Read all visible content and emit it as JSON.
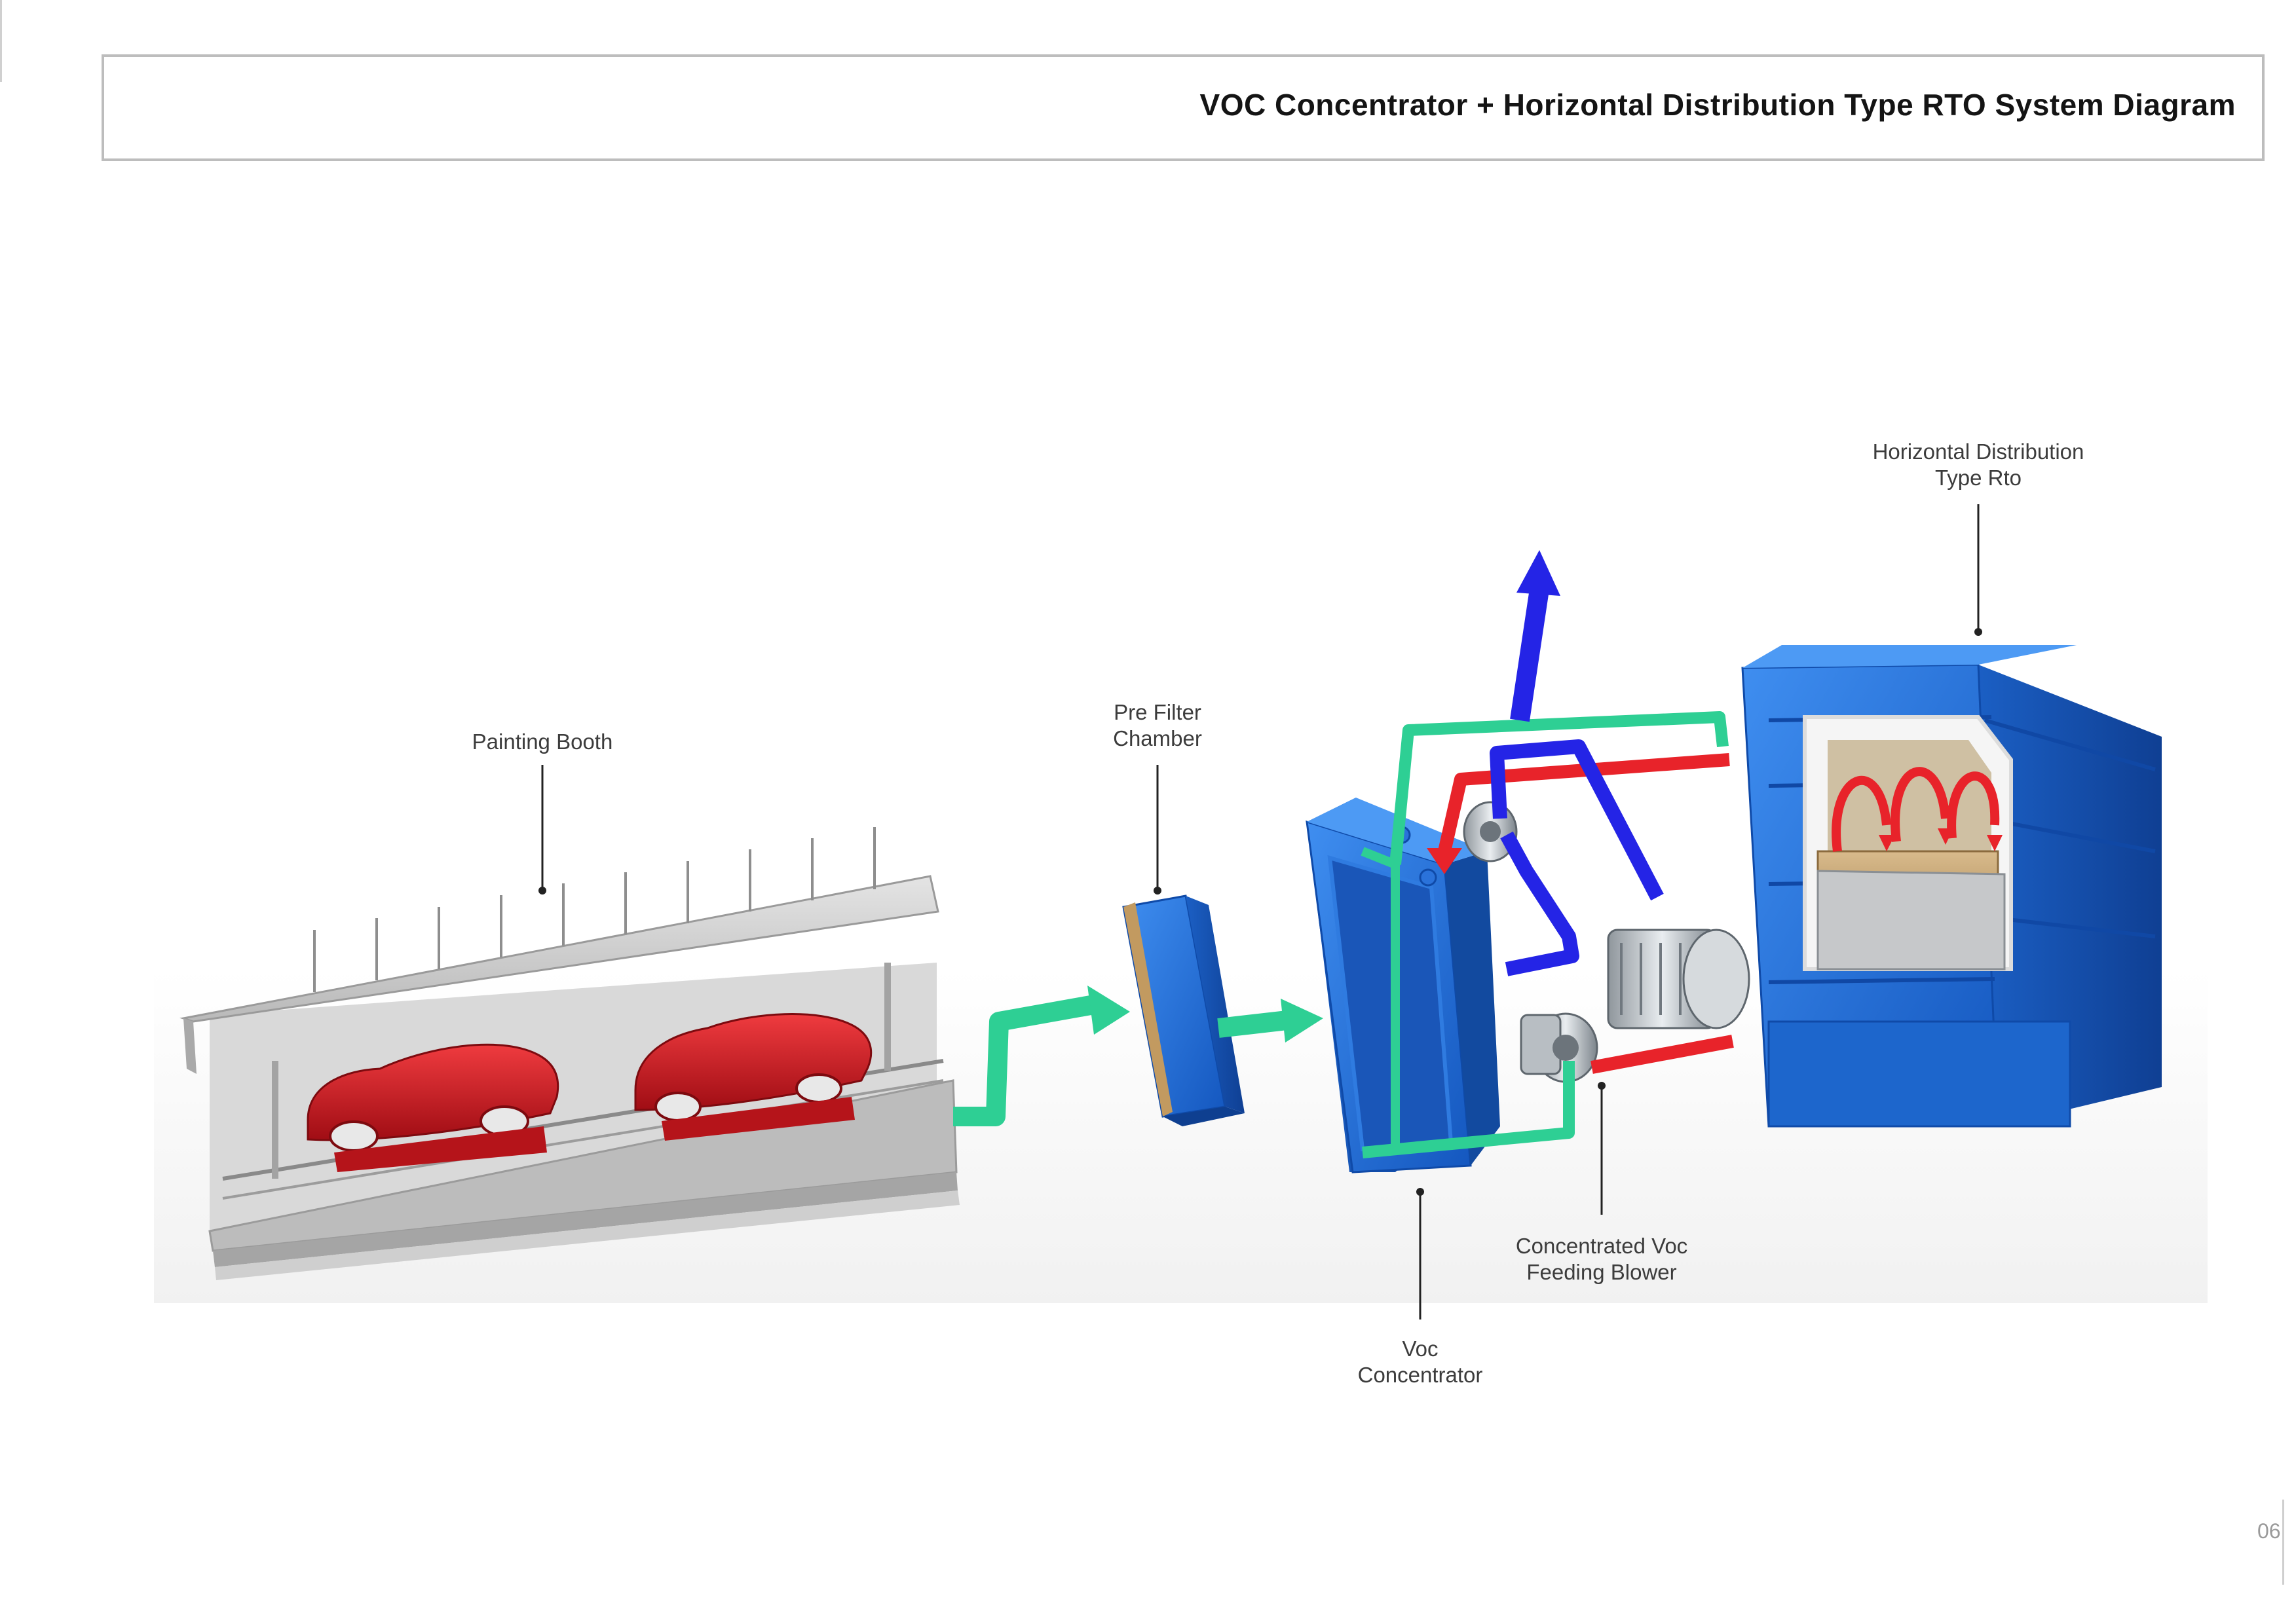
{
  "title": "VOC Concentrator + Horizontal Distribution Type RTO System Diagram",
  "labels": {
    "painting_booth": "Painting Booth",
    "pre_filter_line1": "Pre Filter",
    "pre_filter_line2": "Chamber",
    "rto_line1": "Horizontal Distribution",
    "rto_line2": "Type Rto",
    "blower_line1": "Concentrated Voc",
    "blower_line2": "Feeding Blower",
    "concentrator_line1": "Voc",
    "concentrator_line2": "Concentrator"
  },
  "page_number": "06",
  "colors": {
    "equipment_blue": "#1f6fd6",
    "clean_air_green": "#2ecf94",
    "hot_gas_red": "#e8232a",
    "exhaust_blue": "#2424e6",
    "car_red": "#c8141c",
    "booth_gray": "#c9c9c9"
  }
}
